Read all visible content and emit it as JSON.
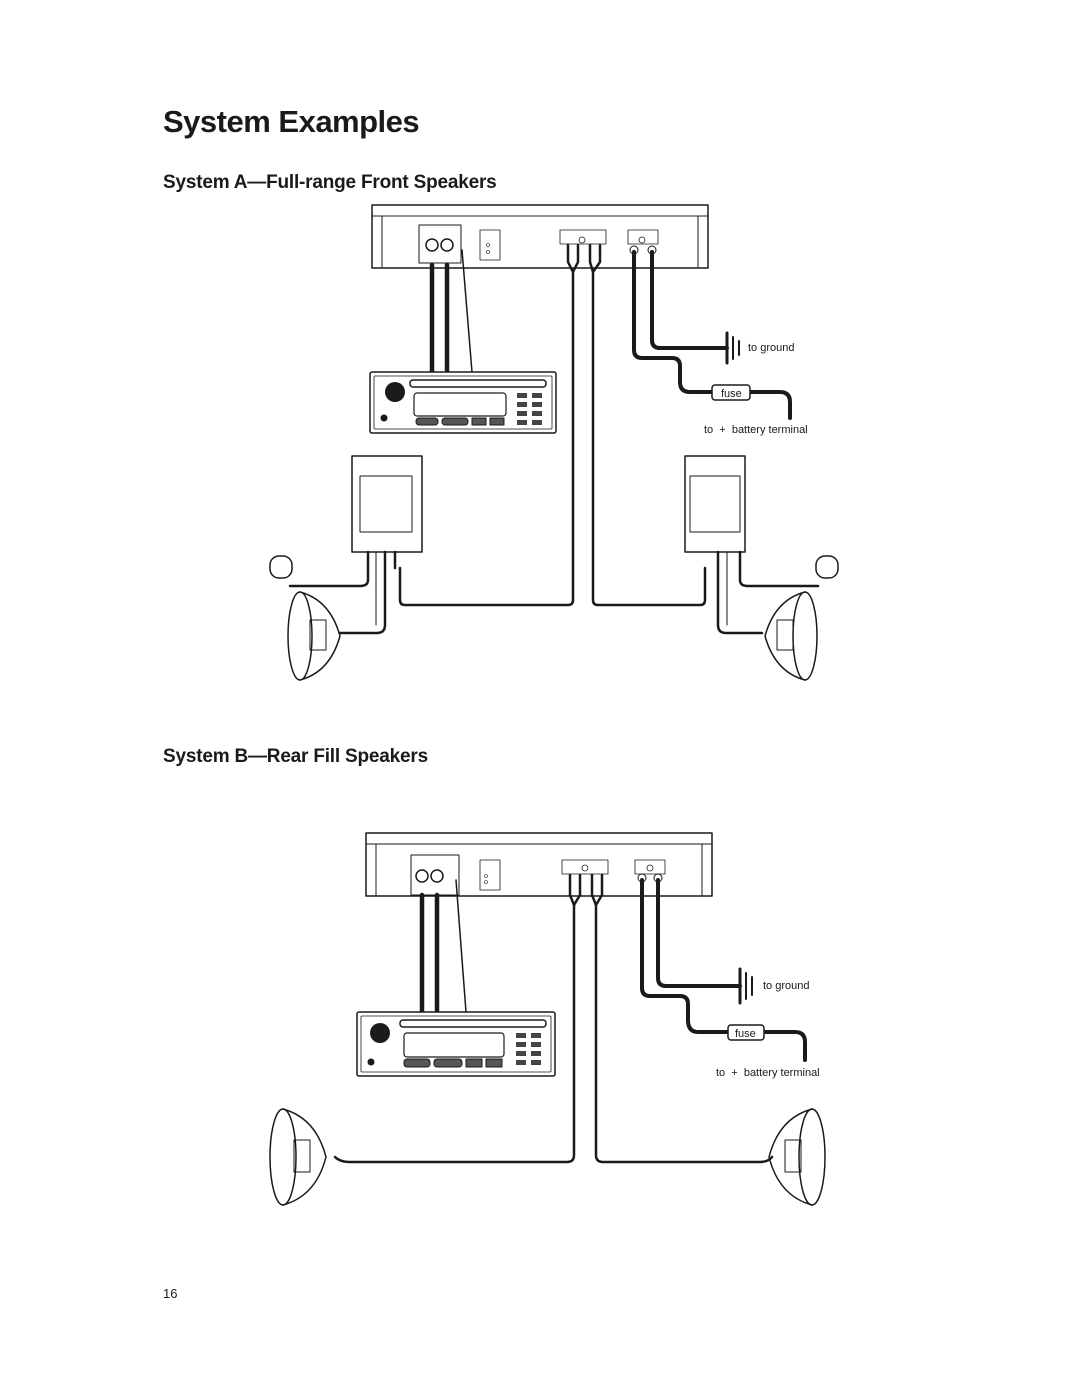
{
  "page": {
    "title": "System Examples",
    "page_number": "16"
  },
  "system_a": {
    "title": "System A—Full-range Front Speakers",
    "ground_label": "to ground",
    "fuse_label": "fuse",
    "battery_label": "to  +  battery terminal"
  },
  "system_b": {
    "title": "System B—Rear Fill Speakers",
    "ground_label": "to ground",
    "fuse_label": "fuse",
    "battery_label": "to  +  battery terminal"
  }
}
